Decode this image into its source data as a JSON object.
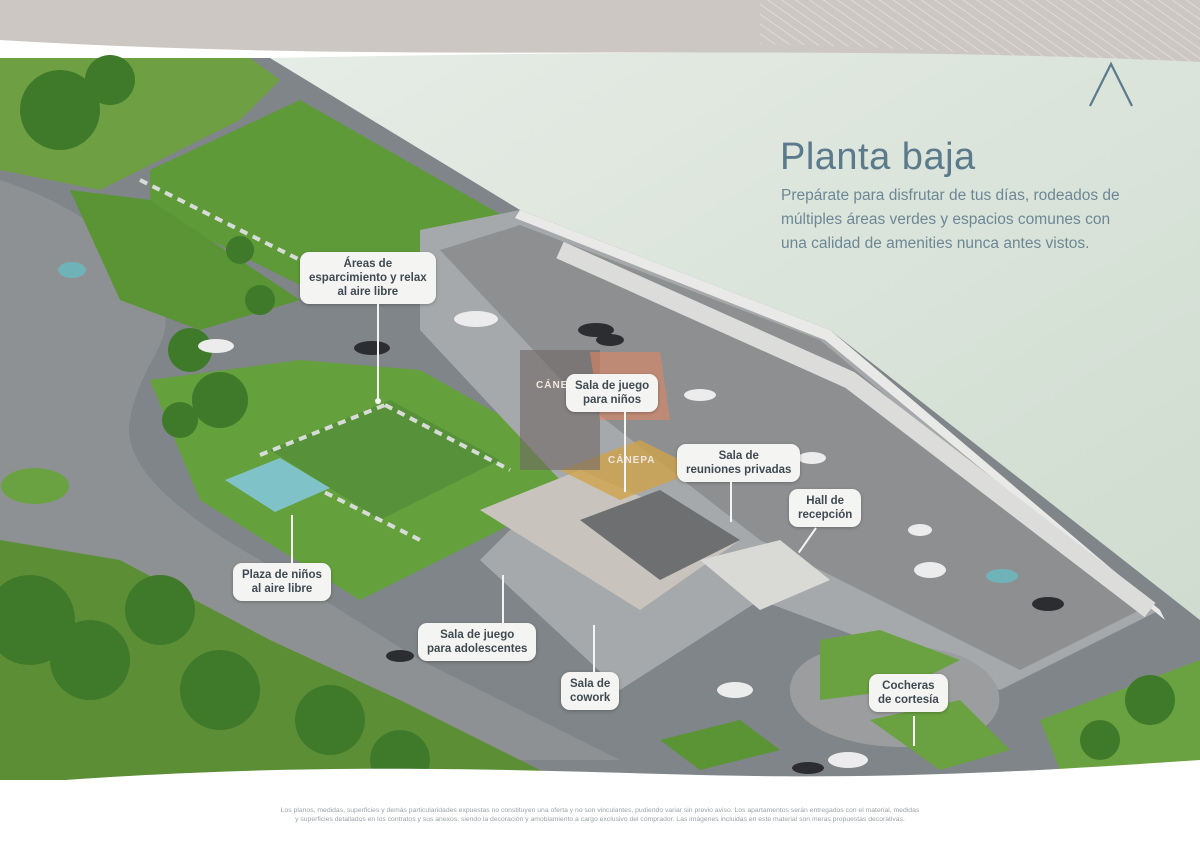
{
  "header": {
    "title": "Planta baja",
    "description_lines": [
      "Prepárate para disfrutar de tus días, rodeados de",
      "múltiples áreas verdes y espacios comunes con",
      "una  calidad de amenities nunca antes vistos."
    ]
  },
  "brand": {
    "logo_icon": "chevron-up-icon",
    "color": "#5b7a8b"
  },
  "signs": [
    "CÁNEPA",
    "CÁNEPA"
  ],
  "labels": {
    "areas_esparcimiento": [
      "Áreas de",
      "esparcimiento y relax",
      "al aire libre"
    ],
    "sala_juego_ninos": [
      "Sala de juego",
      "para niños"
    ],
    "sala_reuniones": [
      "Sala de",
      "reuniones privadas"
    ],
    "hall_recepcion": [
      "Hall de",
      "recepción"
    ],
    "plaza_ninos": [
      "Plaza de niños",
      "al aire libre"
    ],
    "sala_adolescentes": [
      "Sala de juego",
      "para adolescentes"
    ],
    "sala_cowork": [
      "Sala de",
      "cowork"
    ],
    "cocheras": [
      "Cocheras",
      "de cortesía"
    ]
  },
  "footer": {
    "disclaimer_lines": [
      "Los planos, medidas, superficies y demás particularidades expuestas no constituyen una oferta y no son vinculantes, pudiendo variar sin previo aviso. Los apartamentos serán entregados con el material, medidas",
      "y superficies detallados en los contratos y sus anexos, siendo la decoración y amoblamiento a cargo exclusivo del comprador. Las imágenes incluidas en este material son meras propuestas decorativas."
    ]
  },
  "colors": {
    "accent": "#5b7a8b",
    "grass": "#5e9a3a",
    "concrete": "#8f9294",
    "sky_panel": "#dde6de"
  }
}
